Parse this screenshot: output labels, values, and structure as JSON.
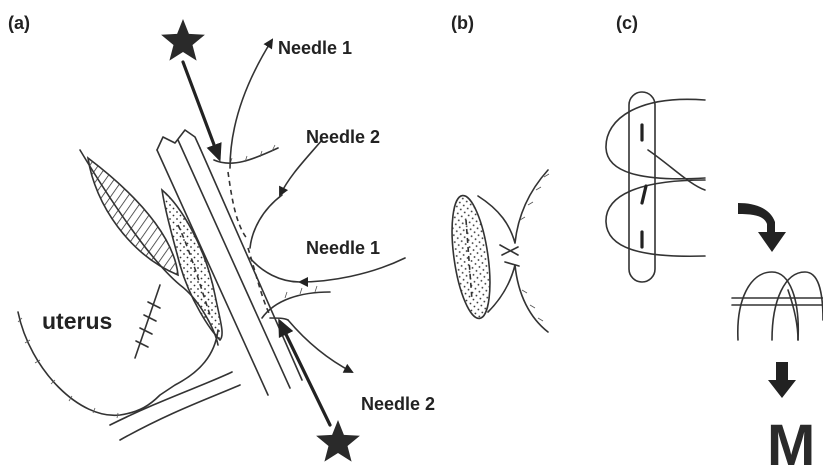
{
  "panels": {
    "a": "(a)",
    "b": "(b)",
    "c": "(c)"
  },
  "labels": {
    "needle1_top": "Needle 1",
    "needle2_top": "Needle 2",
    "needle1_right": "Needle 1",
    "needle2_bottom": "Needle 2",
    "uterus": "uterus",
    "M": "M"
  },
  "icons": {
    "star": "star-icon",
    "turn_arrow": "curved-arrow-icon",
    "down_arrow": "down-arrow-icon"
  },
  "colors": {
    "ink": "#222222",
    "background": "#ffffff"
  }
}
